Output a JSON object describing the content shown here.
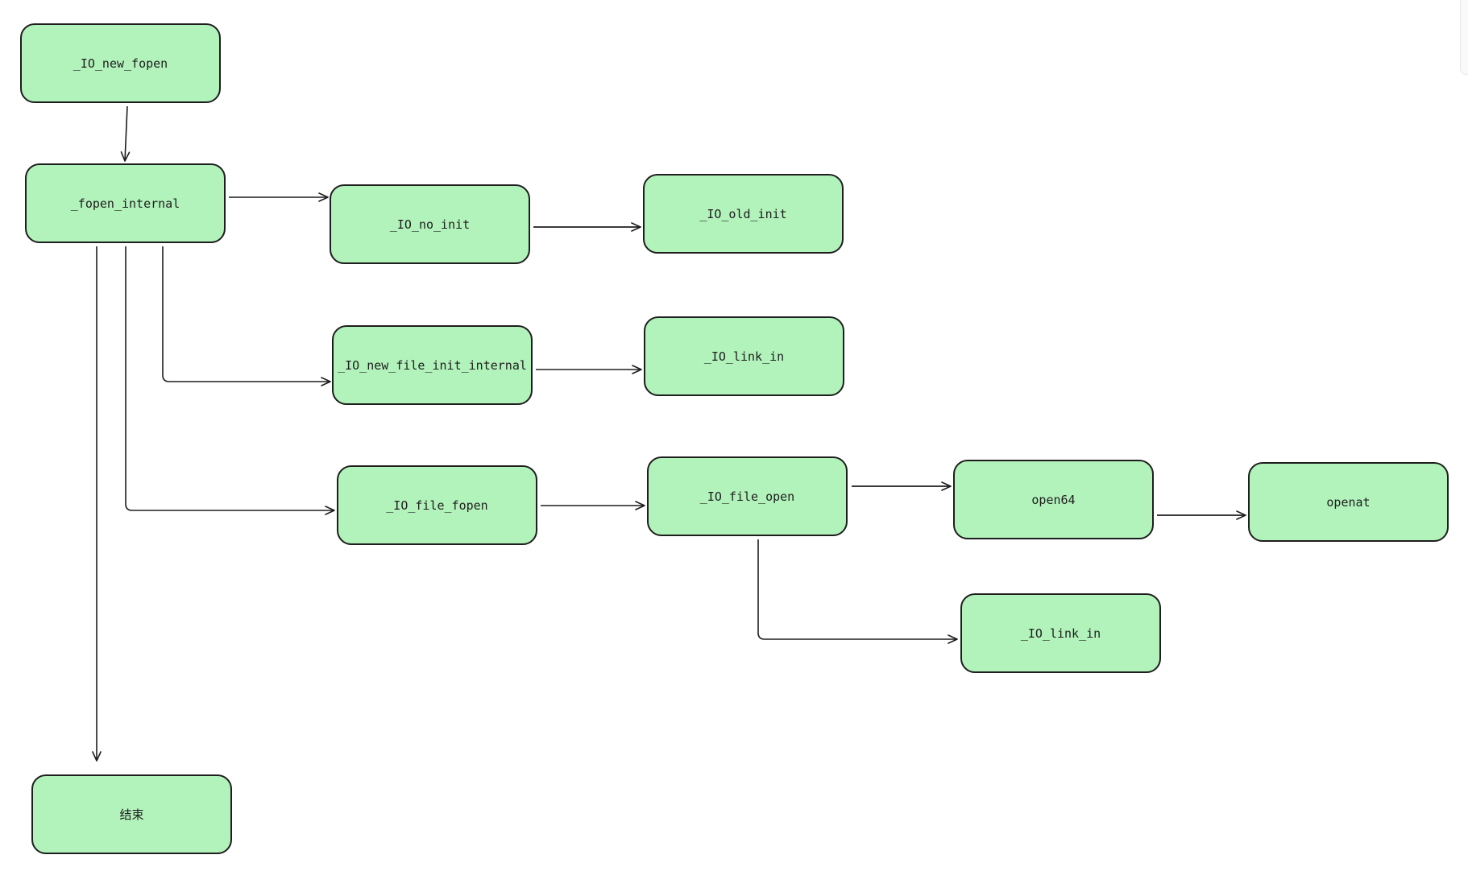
{
  "diagram": {
    "fill_color": "#b2f2bb",
    "stroke_color": "#1e1e1e",
    "nodes": {
      "io_new_fopen": {
        "label": "_IO_new_fopen"
      },
      "fopen_internal": {
        "label": "_fopen_internal"
      },
      "io_no_init": {
        "label": "_IO_no_init"
      },
      "io_old_init": {
        "label": "_IO_old_init"
      },
      "io_new_file_init_internal": {
        "label": "_IO_new_file_init_internal"
      },
      "io_link_in_a": {
        "label": "_IO_link_in"
      },
      "io_file_fopen": {
        "label": "_IO_file_fopen"
      },
      "io_file_open": {
        "label": "_IO_file_open"
      },
      "open64": {
        "label": "open64"
      },
      "openat": {
        "label": "openat"
      },
      "io_link_in_b": {
        "label": "_IO_link_in"
      },
      "end": {
        "label": "结束"
      }
    },
    "edges": [
      {
        "from": "io_new_fopen",
        "to": "fopen_internal"
      },
      {
        "from": "fopen_internal",
        "to": "io_no_init"
      },
      {
        "from": "io_no_init",
        "to": "io_old_init"
      },
      {
        "from": "fopen_internal",
        "to": "io_new_file_init_internal"
      },
      {
        "from": "io_new_file_init_internal",
        "to": "io_link_in_a"
      },
      {
        "from": "fopen_internal",
        "to": "io_file_fopen"
      },
      {
        "from": "io_file_fopen",
        "to": "io_file_open"
      },
      {
        "from": "io_file_open",
        "to": "open64"
      },
      {
        "from": "open64",
        "to": "openat"
      },
      {
        "from": "io_file_open",
        "to": "io_link_in_b"
      },
      {
        "from": "fopen_internal",
        "to": "end"
      }
    ]
  }
}
